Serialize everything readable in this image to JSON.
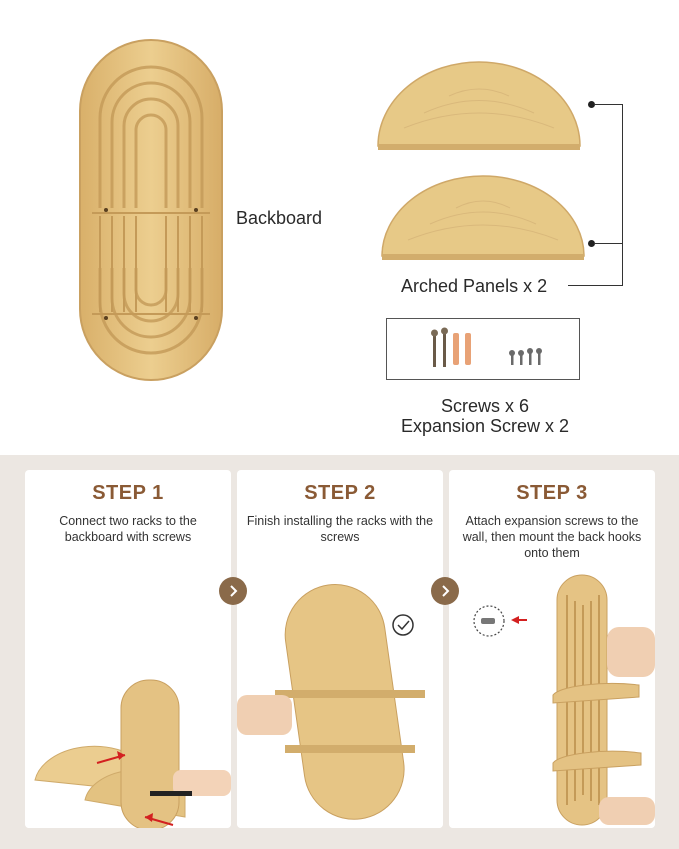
{
  "labels": {
    "backboard": "Backboard",
    "arched_panels": "Arched Panels x 2",
    "screws_line1": "Screws x 6",
    "screws_line2": "Expansion Screw x 2"
  },
  "steps": [
    {
      "title": "STEP 1",
      "desc": "Connect two racks to the backboard with screws"
    },
    {
      "title": "STEP 2",
      "desc": "Finish installing the racks with the screws"
    },
    {
      "title": "STEP 3",
      "desc": "Attach expansion screws to the wall, then mount the back hooks onto them"
    }
  ],
  "icons": {
    "next_step": "chevron-right-icon",
    "check": "check-circle-icon"
  },
  "colors": {
    "wood": "#e8c886",
    "wood_dark": "#d2a865",
    "step_title": "#8a5a35",
    "accent_arrow": "#d32020",
    "nav_button": "#8a6a4a"
  }
}
